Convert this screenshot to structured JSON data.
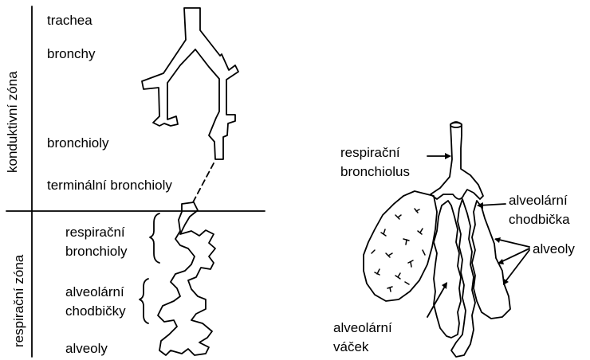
{
  "zones": {
    "conductive": "konduktivní zóna",
    "respiratory": "respirační zóna"
  },
  "left_labels": {
    "trachea": "trachea",
    "bronchi": "bronchy",
    "bronchioles": "bronchioly",
    "terminal_bronchioles": "terminální bronchioly",
    "respiratory_bronchioles_1": "respirační",
    "respiratory_bronchioles_2": "bronchioly",
    "alveolar_ducts_1": "alveolární",
    "alveolar_ducts_2": "chodbičky",
    "alveoli": "alveoly"
  },
  "right_labels": {
    "respiratory_bronchiole_1": "respirační",
    "respiratory_bronchiole_2": "bronchiolus",
    "alveolar_duct_1": "alveolární",
    "alveolar_duct_2": "chodbička",
    "alveoli": "alveoly",
    "alveolar_sac_1": "alveolární",
    "alveolar_sac_2": "váček"
  }
}
